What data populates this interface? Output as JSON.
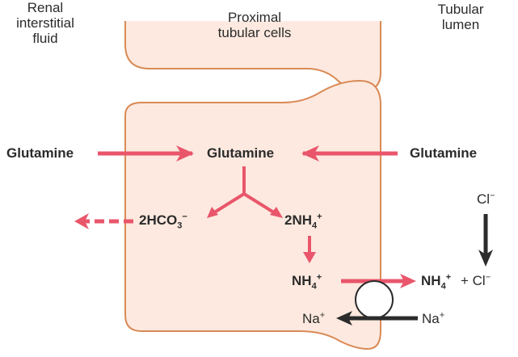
{
  "regions": {
    "interstitial": "Renal\ninterstitial\nfluid",
    "cells": "Proximal\ntubular cells",
    "lumen": "Tubular\nlumen"
  },
  "molecules": {
    "glutamine_left": "Glutamine",
    "glutamine_center": "Glutamine",
    "glutamine_right": "Glutamine",
    "bicarbonate": {
      "base": "2HCO",
      "sub": "3",
      "sup": "−"
    },
    "ammonium_2": {
      "base": "2NH",
      "sub": "4",
      "sup": "+"
    },
    "ammonium": {
      "base": "NH",
      "sub": "4",
      "sup": "+"
    },
    "ammonium_lumen": {
      "base": "NH",
      "sub": "4",
      "sup": "+",
      "suffix": "+ Cl"
    },
    "chloride_sup": "−",
    "chloride_top": "Cl",
    "sodium_in": "Na",
    "sodium_out": "Na",
    "plus": "+"
  },
  "colors": {
    "cell_fill": "#fde9df",
    "cell_stroke": "#d98a56",
    "red_arrow": "#e9566b",
    "dark_arrow": "#2b2b2b"
  }
}
